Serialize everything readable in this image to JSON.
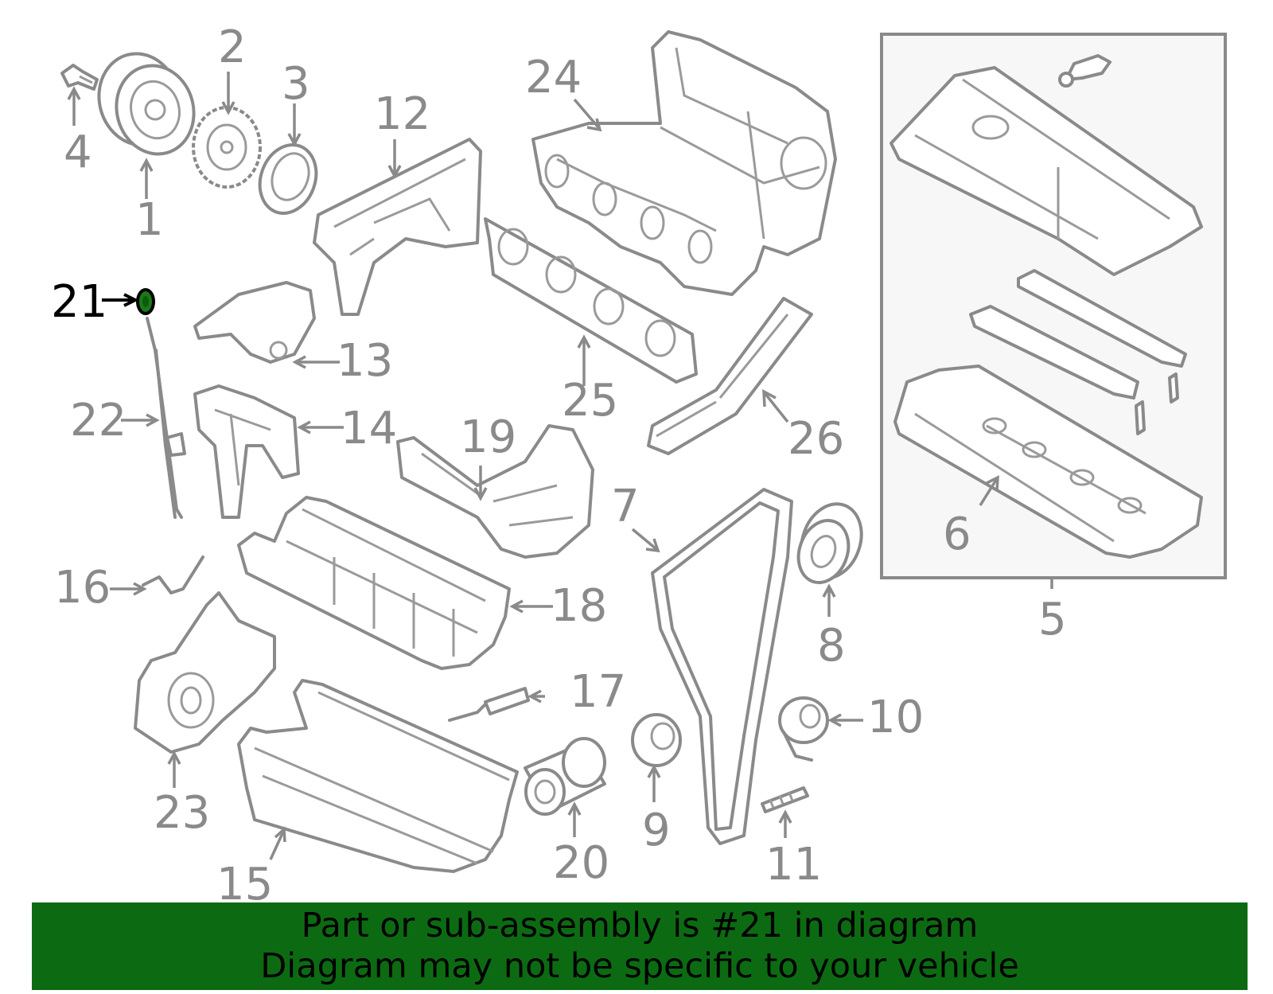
{
  "callouts": {
    "c1": "1",
    "c2": "2",
    "c3": "3",
    "c4": "4",
    "c5": "5",
    "c6": "6",
    "c7": "7",
    "c8": "8",
    "c9": "9",
    "c10": "10",
    "c11": "11",
    "c12": "12",
    "c13": "13",
    "c14": "14",
    "c15": "15",
    "c16": "16",
    "c17": "17",
    "c18": "18",
    "c19": "19",
    "c20": "20",
    "c21": "21",
    "c22": "22",
    "c23": "23",
    "c24": "24",
    "c25": "25",
    "c26": "26"
  },
  "highlight": {
    "part_number": "21",
    "color": "#0c6b12",
    "marker_color": "#1a7a1a"
  },
  "colors": {
    "line_art": "#8a8a8a",
    "inset_background": "#f7f7f7",
    "banner_background": "#0c6b12",
    "banner_text": "#000000"
  },
  "banner": {
    "line1": "Part or sub-assembly is #21 in diagram",
    "line2": "Diagram may not be specific to your vehicle"
  }
}
